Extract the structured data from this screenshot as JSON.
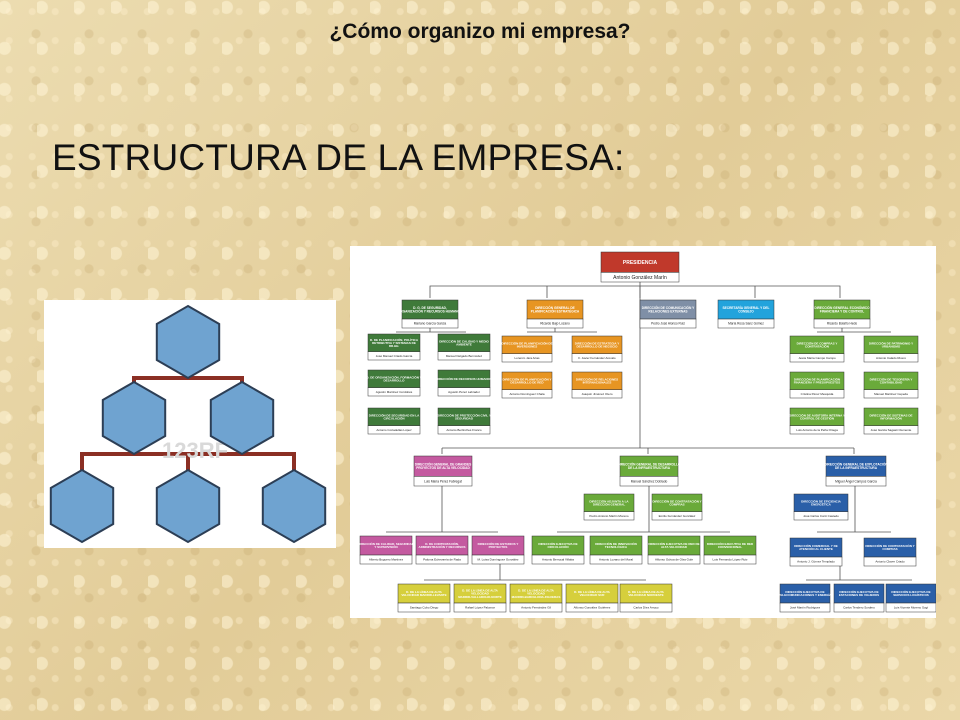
{
  "slide": {
    "title": "¿Cómo organizo mi empresa?",
    "heading": "ESTRUCTURA DE LA EMPRESA:"
  },
  "hex_image": {
    "watermark": "123RF"
  },
  "colors": {
    "presidencia": "#c0392b",
    "dark_green": "#3f7a3a",
    "orange": "#e79522",
    "grey_blue": "#7f8fa6",
    "cyan": "#22a3dc",
    "green": "#6aaa3a",
    "blue": "#2a5fa8",
    "pink": "#c45aa0",
    "yellow": "#d6cf3c",
    "hexagon": "#6fa3d0",
    "connector": "#8b2f24"
  },
  "org": {
    "presidencia": {
      "title": "PRESIDENCIA",
      "name": "Antonio González Marín"
    },
    "top": [
      {
        "title": "D. G. DE SEGURIDAD, ORGANIZACIÓN Y RECURSOS HUMANOS",
        "name": "Mariano García García"
      },
      {
        "title": "DIRECCIÓN GENERAL DE PLANIFICACIÓN ESTRATÉGICA",
        "name": "Ricardo Bajo Lozano"
      },
      {
        "title": "DIRECCIÓN DE COMUNICACIÓN Y RELACIONES EXTERNAS",
        "name": "Pedro José Alonso Ruiz"
      },
      {
        "title": "SECRETARÍA GENERAL Y DEL CONSEJO",
        "name": "María Rosa Sanz Gómez"
      },
      {
        "title": "DIRECCIÓN GENERAL ECONÓMICO FINANCIERA Y DE CONTROL",
        "name": "Ricardo Bolaño Hedo"
      }
    ],
    "seg_sub": [
      {
        "title": "D. DE PLANIFICACIÓN, POLÍTICA RETRIBUTIVA Y SISTEMAS DE RR.HH.",
        "name": "José Manuel Criado García"
      },
      {
        "title": "DIRECCIÓN DE CALIDAD Y MEDIO AMBIENTE",
        "name": "Manuel Delgado Bermúdez"
      },
      {
        "title": "D. DE ORGANIZACIÓN, FORMACIÓN Y DESARROLLO",
        "name": "Agustín Martínez Cordobés"
      },
      {
        "title": "DIRECCIÓN DE RECURSOS HUMANOS",
        "name": "Agustín Pérez Labrador"
      },
      {
        "title": "DIRECCIÓN DE SEGURIDAD EN LA CIRCULACIÓN",
        "name": "Antonio Cortadellas López"
      },
      {
        "title": "DIRECCIÓN DE PROTECCIÓN CIVIL Y SEGURIDAD",
        "name": "Antonio Berlinches Franco"
      }
    ],
    "plan_sub": [
      {
        "title": "DIRECCIÓN DE PLANIFICACIÓN DE INVERSIONES",
        "name": "Lorenzo Jara Arias"
      },
      {
        "title": "DIRECCIÓN DE ESTRATEGIA Y DESARROLLO DE NEGOCIO",
        "name": "F. Javier Fernández Arévalo"
      },
      {
        "title": "DIRECCIÓN DE PLANIFICACIÓN Y DESARROLLO DE RED",
        "name": "Antonio Domínguez Chala"
      },
      {
        "title": "DIRECCIÓN DE RELACIONES INTERNACIONALES",
        "name": "Joaquín Jiménez Otero"
      }
    ],
    "eco_sub": [
      {
        "title": "DIRECCIÓN DE COMPRAS Y CONTRATACIÓN",
        "name": "Jesús María Campo Campo"
      },
      {
        "title": "DIRECCIÓN DE PATRIMONIO Y URBANISMO",
        "name": "Antonio Calado Rivero"
      },
      {
        "title": "DIRECCIÓN DE PLANIFICACIÓN FINANCIERA Y PRESUPUESTOS",
        "name": "Cristina Pérez Mesquida"
      },
      {
        "title": "DIRECCIÓN DE TESORERÍA Y CONTABILIDAD",
        "name": "Manuel Martínez Cepeda"
      },
      {
        "title": "DIRECCIÓN DE AUDITORÍA INTERNA Y CONTROL DE GESTIÓN",
        "name": "Luis Antonio de la Peña Ortega"
      },
      {
        "title": "DIRECCIÓN DE SISTEMAS DE INFORMACIÓN",
        "name": "José García Sagasti Clemente"
      }
    ],
    "mid": [
      {
        "title": "DIRECCIÓN GENERAL DE GRANDES PROYECTOS DE ALTA VELOCIDAD",
        "name": "Luis María Pérez Fabregat"
      },
      {
        "title": "DIRECCIÓN GENERAL DE DESARROLLO DE LA INFRAESTRUCTURA",
        "name": "Manuel Sánchez Doblado"
      },
      {
        "title": "DIRECCIÓN GENERAL DE EXPLOTACIÓN DE LA INFRAESTRUCTURA",
        "name": "Miguel Ángel Campos García"
      }
    ],
    "des_sub": [
      {
        "title": "DIRECCIÓN ADJUNTA A LA DIRECCIÓN GENERAL",
        "name": "Pedro Antonio Martín Moreno"
      },
      {
        "title": "DIRECCIÓN DE CONTRATACIÓN Y COMPRAS",
        "name": "Emilio Fernández González"
      }
    ],
    "exp_sub": [
      {
        "title": "DIRECCIÓN DE EFICIENCIA ENERGÉTICA",
        "name": "José Carlos Conti Castedo"
      }
    ],
    "bottom_mid": [
      {
        "title": "DIRECCIÓN DE CALIDAD, SEGURIDAD Y SUPERVISIÓN",
        "name": "Alberto Buguero Martínez"
      },
      {
        "title": "D. DE CONTRATACIÓN, ADMINISTRACIÓN Y RECURSOS",
        "name": "Paloma Echevarría de Rada"
      },
      {
        "title": "DIRECCIÓN DE ESTUDIOS Y PROYECTOS",
        "name": "M. Luisa Domínguez González"
      },
      {
        "title": "DIRECCIÓN EJECUTIVA DE CIRCULACIÓN",
        "name": "Antonio Berrocal Villaba"
      },
      {
        "title": "DIRECCIÓN DE INNOVACIÓN TECNOLÓGICA",
        "name": "Antonio Lozano del Moral"
      },
      {
        "title": "DIRECCIÓN EJECUTIVA DE RED DE ALTA VELOCIDAD",
        "name": "Alfonso Ochoa de Olza Gule"
      },
      {
        "title": "DIRECCIÓN EJECUTIVA DE RED CONVENCIONAL",
        "name": "Luis Fernando López Ruiz"
      },
      {
        "title": "DIRECCIÓN COMERCIAL Y DE ATENCIÓN AL CLIENTE",
        "name": "Antonio J. Gómez Templado"
      },
      {
        "title": "DIRECCIÓN DE CONTRATACIÓN Y COMPRAS",
        "name": "Antonio Claver Criado"
      }
    ],
    "bottom": [
      {
        "title": "D. DE LA LÍNEA DE ALTA VELOCIDAD MADRID-LEVANTE",
        "name": "Santiago Cobo Diego"
      },
      {
        "title": "D. DE LA LÍNEA DE ALTA VELOCIDAD MADRID-VALLADOLID-NORTE",
        "name": "Rafael López Palomar"
      },
      {
        "title": "D. DE LA LÍNEA DE ALTA VELOCIDAD MADRID-BARCELONA-FIGUERAS",
        "name": "Antonio Fernández Gil"
      },
      {
        "title": "D. DE LA LÍNEA DE ALTA VELOCIDAD SUR",
        "name": "Alfonso González Gutiérrez"
      },
      {
        "title": "D. DE LA LÍNEA DE ALTA VELOCIDAD NOROESTE",
        "name": "Carlos Díez Arroyo"
      },
      {
        "title": "DIRECCIÓN EJECUTIVA DE TELECOMUNICACIONES Y ENERGÍA",
        "name": "José Martín Rodríguez"
      },
      {
        "title": "DIRECCIÓN EJECUTIVA DE ESTACIONES DE VIAJEROS",
        "name": "Carlos Tendero Sordero"
      },
      {
        "title": "DIRECCIÓN EJECUTIVA DE SERVICIOS LOGÍSTICOS",
        "name": "Luis Vicente Moreno Sogí"
      }
    ]
  }
}
